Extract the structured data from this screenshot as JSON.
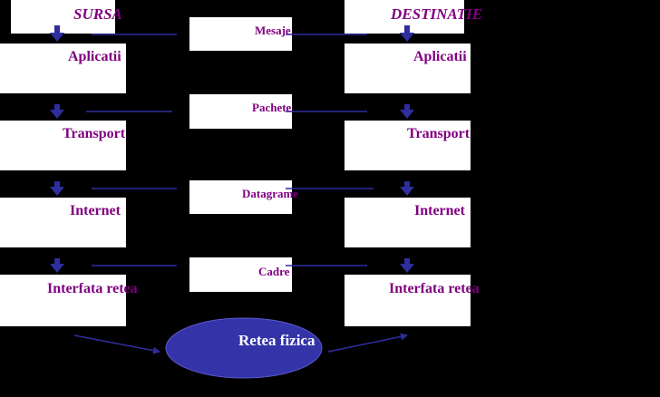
{
  "headers": {
    "source": "SURSA",
    "destination": "DESTINATIE"
  },
  "layers": {
    "application": "Aplicatii",
    "transport": "Transport",
    "internet": "Internet",
    "link": "Interfata retea"
  },
  "units": {
    "messages": "Mesaje",
    "packets": "Pachete",
    "datagrams": "Datagrame",
    "frames": "Cadre"
  },
  "physical": "Retea fizica",
  "colors": {
    "text": "#800080",
    "arrow": "#2e2e9e",
    "ellipse": "#3434a8",
    "background": "#000000",
    "box": "#ffffff"
  }
}
